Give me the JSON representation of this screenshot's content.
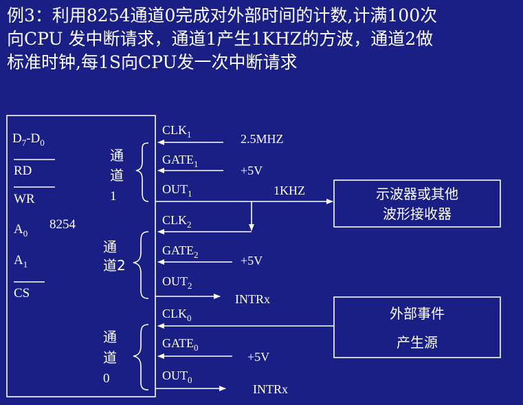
{
  "title": {
    "lines": [
      "例3：利用8254通道0完成对外部时间的计数,计满100次",
      "向CPU 发中断请求，通道1产生1KHZ的方波，通道2做",
      "标准时钟,每1S向CPU发一次中断请求"
    ]
  },
  "chip": {
    "name": "8254",
    "pins": {
      "data": {
        "base": "D",
        "sub1": "7",
        "mid": "-D",
        "sub2": "0"
      },
      "rd": "RD",
      "wr": "WR",
      "a0": {
        "base": "A",
        "sub": "0"
      },
      "a1": {
        "base": "A",
        "sub": "1"
      },
      "cs": "CS"
    }
  },
  "channels": {
    "ch1": {
      "l1": "通",
      "l2": "道",
      "l3": "1"
    },
    "ch2": {
      "l1": "通",
      "l2": "道2"
    },
    "ch0": {
      "l1": "通",
      "l2": "道",
      "l3": "0"
    }
  },
  "signals": {
    "clk1": {
      "base": "CLK",
      "sub": "1"
    },
    "gate1": {
      "base": "GATE",
      "sub": "1"
    },
    "out1": {
      "base": "OUT",
      "sub": "1"
    },
    "clk2": {
      "base": "CLK",
      "sub": "2"
    },
    "gate2": {
      "base": "GATE",
      "sub": "2"
    },
    "out2": {
      "base": "OUT",
      "sub": "2"
    },
    "clk0": {
      "base": "CLK",
      "sub": "0"
    },
    "gate0": {
      "base": "GATE",
      "sub": "0"
    },
    "out0": {
      "base": "OUT",
      "sub": "0"
    }
  },
  "inputs": {
    "clk1_freq": "2.5MHZ",
    "gate1_v": "+5V",
    "out1_freq": "1KHZ",
    "gate2_v": "+5V",
    "out2_dest": "INTRx",
    "gate0_v": "+5V",
    "out0_dest": "INTRx"
  },
  "boxes": {
    "scope": {
      "l1": "示波器或其他",
      "l2": "波形接收器"
    },
    "source": {
      "l1": "外部事件",
      "l2": "产生源"
    }
  }
}
